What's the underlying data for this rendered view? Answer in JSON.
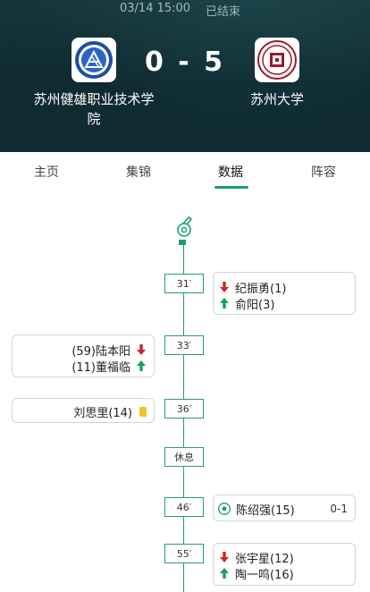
{
  "match": {
    "datetime": "03/14 15:00",
    "status": "已结束",
    "score": "0 - 5",
    "home_team": "苏州健雄职业技术学院",
    "away_team": "苏州大学",
    "home_logo_icon": "home-team-crest-icon",
    "away_logo_icon": "away-team-crest-icon"
  },
  "tabs": [
    {
      "label": "主页"
    },
    {
      "label": "集锦"
    },
    {
      "label": "数据",
      "active": true
    },
    {
      "label": "阵容"
    }
  ],
  "colors": {
    "accent": "#19a06a",
    "sub_out": "#d32424",
    "sub_in": "#1aa060",
    "yellow_card": "#f1c52a"
  },
  "timeline": {
    "start_icon": "whistle-icon",
    "events": [
      {
        "minute": "31′",
        "side": "away",
        "type": "substitution",
        "out": "纪振勇(1)",
        "in": "俞阳(3)"
      },
      {
        "minute": "33′",
        "side": "home",
        "type": "substitution",
        "out": "(59)陆本阳",
        "in": "(11)董福临"
      },
      {
        "minute": "36′",
        "side": "home",
        "type": "yellow_card",
        "player": "刘思里(14)"
      },
      {
        "minute": "休息",
        "type": "halftime"
      },
      {
        "minute": "46′",
        "side": "away",
        "type": "goal",
        "player": "陈绍强(15)",
        "score": "0-1"
      },
      {
        "minute": "55′",
        "side": "away",
        "type": "substitution",
        "out": "张宇星(12)",
        "in": "陶一鸣(16)"
      }
    ]
  }
}
